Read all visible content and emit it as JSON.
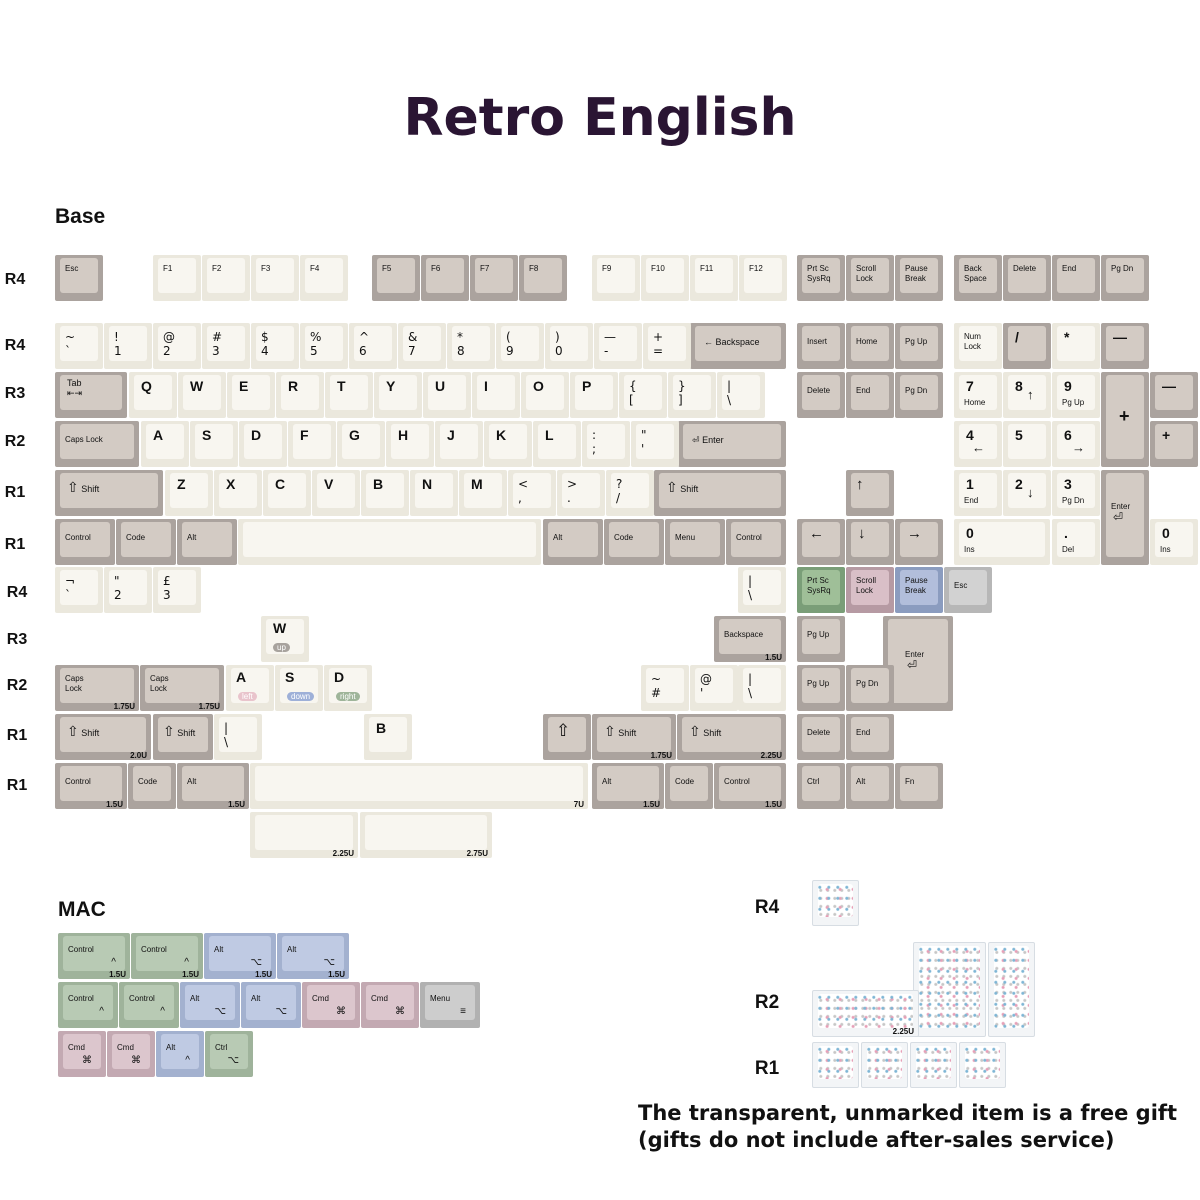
{
  "title": "Retro English",
  "sections": {
    "base": "Base",
    "mac": "MAC"
  },
  "row_labels": {
    "r1": "R1",
    "r2": "R2",
    "r3": "R3",
    "r4": "R4"
  },
  "note": "The transparent, unmarked item is a free gift (gifts do not include after-sales service)",
  "icons": {
    "shift": "⇧",
    "enter": "⏎",
    "backspace": "←",
    "tab": "⇤⇥",
    "up": "↑",
    "down": "↓",
    "left": "←",
    "right": "→",
    "cmd": "⌘",
    "opt": "⌥",
    "ctrl": "^",
    "menu": "≡"
  },
  "keys": {
    "esc": "Esc",
    "f1": "F1",
    "f2": "F2",
    "f3": "F3",
    "f4": "F4",
    "f5": "F5",
    "f6": "F6",
    "f7": "F7",
    "f8": "F8",
    "f9": "F9",
    "f10": "F10",
    "f11": "F11",
    "f12": "F12",
    "prtsc": "Prt Sc\nSysRq",
    "scroll": "Scroll\nLock",
    "pause": "Pause\nBreak",
    "backspace2": "Back\nSpace",
    "delete": "Delete",
    "end": "End",
    "pgdn": "Pg Dn",
    "pgup": "Pg Up",
    "insert": "Insert",
    "home": "Home",
    "numlock": "Num\nLock",
    "backspace": "Backspace",
    "tab": "Tab",
    "capslock": "Caps Lock",
    "capslock2": "Caps\nLock",
    "enter": "Enter",
    "shift": "Shift",
    "control": "Control",
    "code": "Code",
    "alt": "Alt",
    "menu": "Menu",
    "ins": "Ins",
    "del": "Del",
    "ctrl": "Ctrl",
    "fn": "Fn",
    "cmd": "Cmd",
    "up_tag": "up",
    "left_tag": "left",
    "down_tag": "down",
    "right_tag": "right"
  },
  "units": {
    "u1_5": "1.5U",
    "u1_75": "1.75U",
    "u2_0": "2.0U",
    "u2_25": "2.25U",
    "u2_75": "2.75U",
    "u7": "7U"
  },
  "number_row": [
    {
      "top": "~",
      "bot": "`"
    },
    {
      "top": "!",
      "bot": "1"
    },
    {
      "top": "@",
      "bot": "2"
    },
    {
      "top": "#",
      "bot": "3"
    },
    {
      "top": "$",
      "bot": "4"
    },
    {
      "top": "%",
      "bot": "5"
    },
    {
      "top": "^",
      "bot": "6"
    },
    {
      "top": "&",
      "bot": "7"
    },
    {
      "top": "*",
      "bot": "8"
    },
    {
      "top": "(",
      "bot": "9"
    },
    {
      "top": ")",
      "bot": "0"
    },
    {
      "top": "—",
      "bot": "-"
    },
    {
      "top": "+",
      "bot": "="
    }
  ],
  "q_row": [
    "Q",
    "W",
    "E",
    "R",
    "T",
    "Y",
    "U",
    "I",
    "O",
    "P"
  ],
  "q_row_sym": [
    {
      "top": "{",
      "bot": "["
    },
    {
      "top": "}",
      "bot": "]"
    },
    {
      "top": "|",
      "bot": "\\"
    }
  ],
  "a_row": [
    "A",
    "S",
    "D",
    "F",
    "G",
    "H",
    "J",
    "K",
    "L"
  ],
  "a_row_sym": [
    {
      "top": ":",
      "bot": ";"
    },
    {
      "top": "\"",
      "bot": "'"
    }
  ],
  "z_row": [
    "Z",
    "X",
    "C",
    "V",
    "B",
    "N",
    "M"
  ],
  "z_row_sym": [
    {
      "top": "<",
      "bot": ","
    },
    {
      "top": ">",
      "bot": "."
    },
    {
      "top": "?",
      "bot": "/"
    }
  ],
  "numpad": {
    "slash": "/",
    "star": "*",
    "minus": "—",
    "plus": "+",
    "n7": "7",
    "n8": "8",
    "n9": "9",
    "n4": "4",
    "n5": "5",
    "n6": "6",
    "n1": "1",
    "n2": "2",
    "n3": "3",
    "n0": "0",
    "dot": "."
  },
  "extras": {
    "not": "¬",
    "pipe_bs": {
      "top": "|",
      "bot": "\\"
    },
    "quote2": {
      "top": "\"",
      "bot": "2"
    },
    "pound3": {
      "top": "£",
      "bot": "3"
    },
    "not_grave": {
      "top": "¬",
      "bot": "`"
    },
    "tilde_hash": {
      "top": "~",
      "bot": "#"
    },
    "at_quote": {
      "top": "@",
      "bot": "'"
    },
    "w": "W",
    "a": "A",
    "s": "S",
    "d": "D",
    "b": "B"
  }
}
